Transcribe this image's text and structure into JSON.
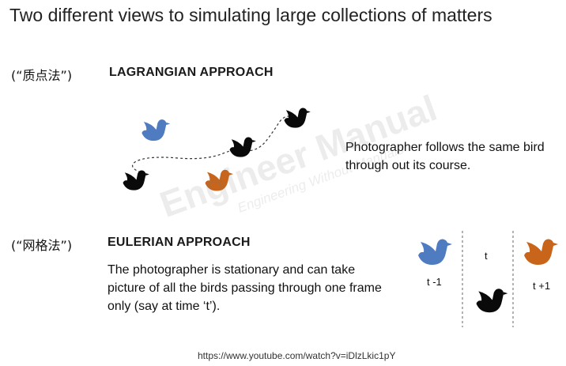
{
  "title": "Two different views to simulating large collections of matters",
  "lagrangian": {
    "cn_label": "(“质点法”)",
    "heading": "LAGRANGIAN APPROACH",
    "description": "Photographer follows the same bird through out its course."
  },
  "eulerian": {
    "cn_label": "(“网格法”)",
    "heading": "EULERIAN APPROACH",
    "description": "The photographer is stationary and can take picture of all the birds passing through one frame only (say at time ‘t’).",
    "frame_labels": [
      "t -1",
      "t",
      "t +1"
    ]
  },
  "watermark": {
    "main": "Engineer Manual",
    "sub": "Engineering Without Manuals"
  },
  "url": "https://www.youtube.com/watch?v=iDlzLkic1pY",
  "colors": {
    "blue": "#4f7cc0",
    "orange": "#c8651b",
    "black": "#0a0a0a"
  },
  "icons": [
    "bird-icon"
  ]
}
